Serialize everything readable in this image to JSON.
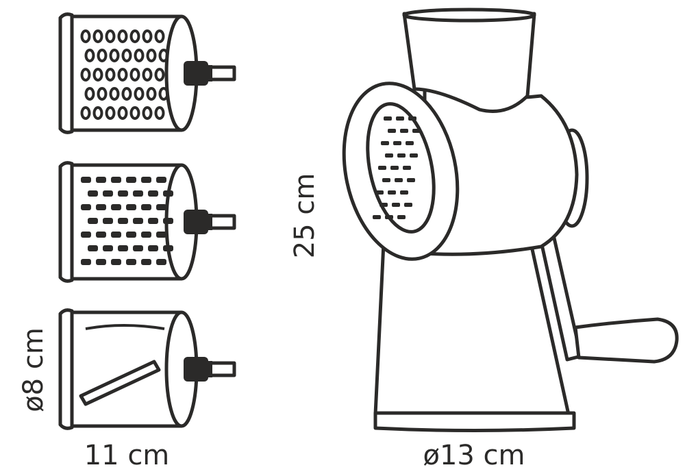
{
  "labels": {
    "height": "25 cm",
    "drum_diameter": "ø8 cm",
    "drum_length": "11 cm",
    "base_diameter": "ø13 cm"
  },
  "drums": [
    {
      "name": "coarse-round-holes"
    },
    {
      "name": "slicing-slots"
    },
    {
      "name": "single-blade"
    }
  ],
  "colors": {
    "line": "#2b2a29",
    "background": "#ffffff"
  }
}
